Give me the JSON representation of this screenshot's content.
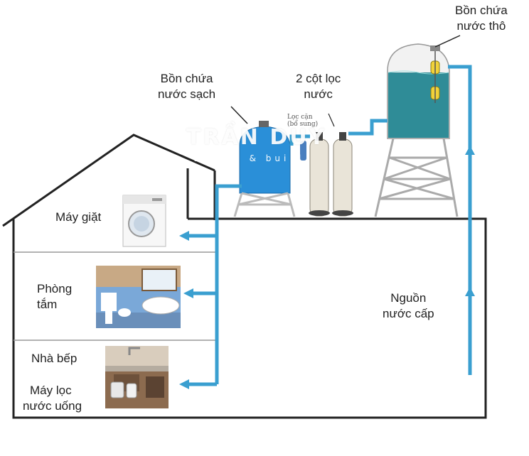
{
  "labels": {
    "raw_tank": [
      "Bồn chứa",
      "nước thô"
    ],
    "clean_tank": [
      "Bồn chứa",
      "nước sạch"
    ],
    "filter_columns": [
      "2 cột lọc",
      "nước"
    ],
    "sediment_filter": [
      "Lọc cặn",
      "(bổ sung)"
    ],
    "washing_machine": "Máy giặt",
    "bathroom": [
      "Phòng",
      "tắm"
    ],
    "kitchen": "Nhà bếp",
    "drinking_filter": [
      "Máy lọc",
      "nước uống"
    ],
    "water_source": [
      "Nguồn",
      "nước cấp"
    ]
  },
  "watermark": {
    "main": "TRẦN DUY",
    "sub": "design & build"
  },
  "colors": {
    "pipe": "#3a9fd0",
    "tank_water": "#2f8c97",
    "clean_tank": "#2a8fd8",
    "outline": "#222222",
    "float": "#f1d23a"
  }
}
